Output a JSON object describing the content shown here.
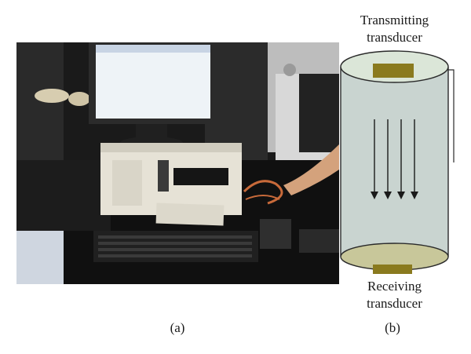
{
  "panel_a": {
    "caption": "(a)"
  },
  "panel_b": {
    "caption": "(b)",
    "transmitting_label_line1": "Transmitting",
    "transmitting_label_line2": "transducer",
    "receiving_label_line1": "Receiving",
    "receiving_label_line2": "transducer",
    "arrow_count": 4,
    "colors": {
      "cylinder_body": "#c9d4d0",
      "cylinder_top": "#dbe6d8",
      "transducer": "#8a7a1e",
      "bottom_face": "#c8c79a",
      "outline": "#2a2a2a"
    }
  }
}
